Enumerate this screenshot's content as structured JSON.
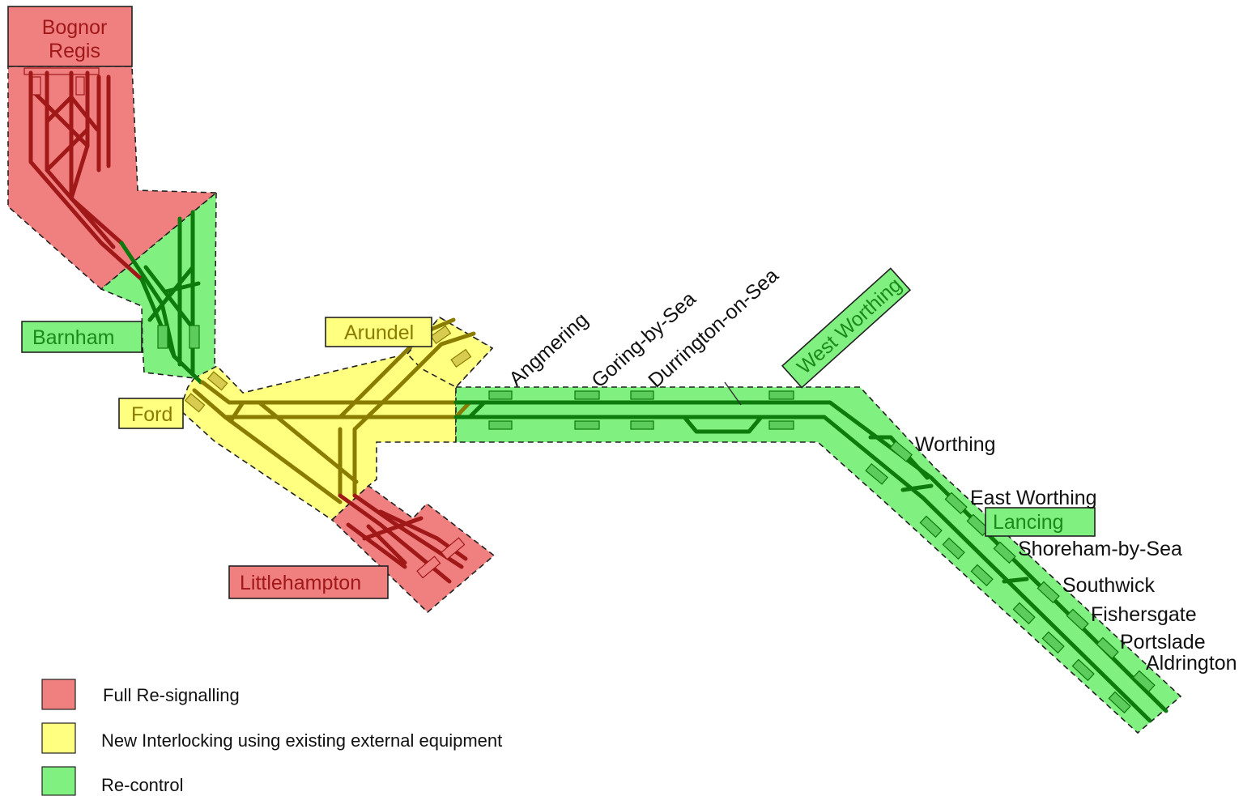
{
  "colors": {
    "full_resignalling": "#f08080",
    "new_interlocking": "#ffff80",
    "recontrol": "#80f080",
    "track_red": "#a01818",
    "track_yellow": "#8a7c00",
    "track_green": "#0c7a0c",
    "label_red": "#a01818",
    "label_yellow": "#8a7c00",
    "label_green": "#1a8a1a",
    "station_text": "#111111"
  },
  "boxed_labels": {
    "bognor_line1": "Bognor",
    "bognor_line2": "Regis",
    "barnham": "Barnham",
    "ford": "Ford",
    "arundel": "Arundel",
    "littlehampton": "Littlehampton",
    "west_worthing": "West Worthing",
    "lancing": "Lancing"
  },
  "stations": {
    "angmering": "Angmering",
    "goring": "Goring-by-Sea",
    "durrington": "Durrington-on-Sea",
    "worthing": "Worthing",
    "east_worthing": "East Worthing",
    "shoreham": "Shoreham-by-Sea",
    "southwick": "Southwick",
    "fishersgate": "Fishersgate",
    "portslade": "Portslade",
    "aldrington": "Aldrington"
  },
  "legend": [
    {
      "label": "Full Re-signalling",
      "color": "#f08080"
    },
    {
      "label": "New Interlocking using existing external equipment",
      "color": "#ffff80"
    },
    {
      "label": "Re-control",
      "color": "#80f080"
    }
  ]
}
